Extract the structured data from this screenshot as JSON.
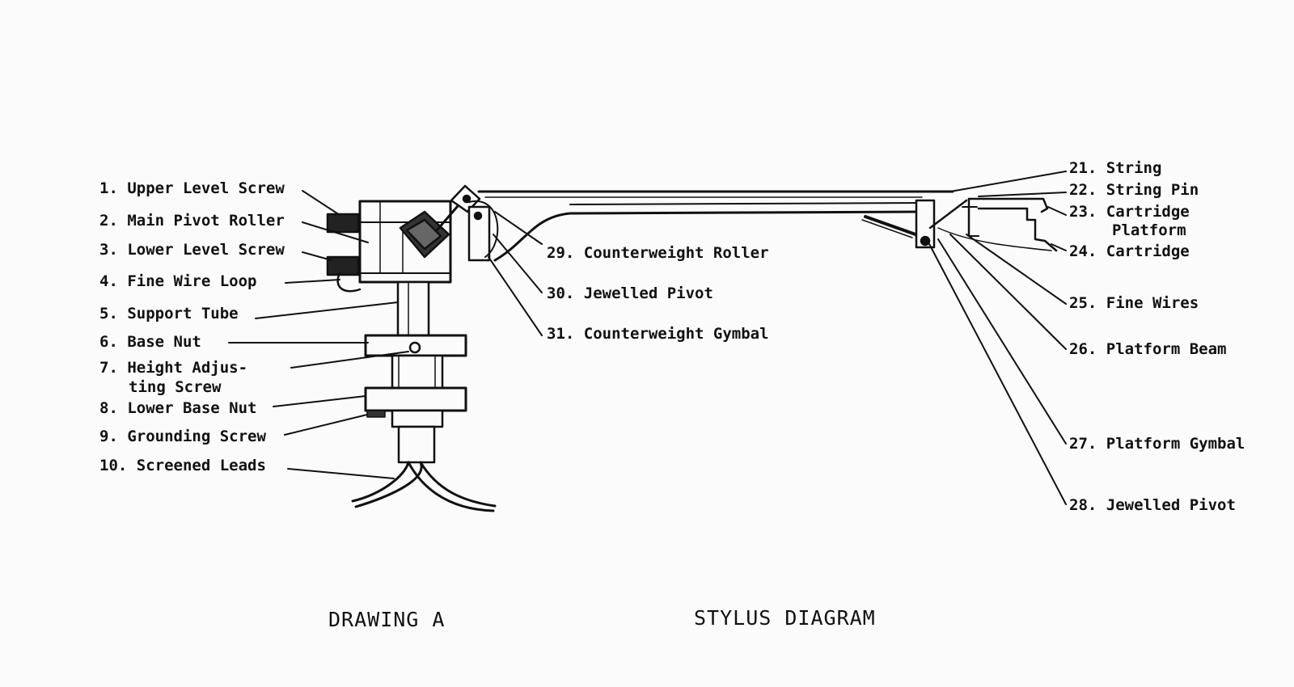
{
  "diagram": {
    "left_labels": [
      {
        "id": "1",
        "text": "1. Upper Level Screw"
      },
      {
        "id": "2",
        "text": "2. Main Pivot Roller"
      },
      {
        "id": "3",
        "text": "3. Lower Level Screw"
      },
      {
        "id": "4",
        "text": "4. Fine Wire Loop"
      },
      {
        "id": "5",
        "text": "5. Support Tube"
      },
      {
        "id": "6",
        "text": "6. Base Nut"
      },
      {
        "id": "7a",
        "text": "7. Height Adjus-"
      },
      {
        "id": "7b",
        "text": "ting Screw"
      },
      {
        "id": "8",
        "text": "8. Lower Base Nut"
      },
      {
        "id": "9",
        "text": "9. Grounding Screw"
      },
      {
        "id": "10",
        "text": "10. Screened Leads"
      }
    ],
    "middle_labels": [
      {
        "id": "29",
        "text": "29. Counterweight Roller"
      },
      {
        "id": "30",
        "text": "30. Jewelled Pivot"
      },
      {
        "id": "31",
        "text": "31. Counterweight Gymbal"
      }
    ],
    "right_labels": [
      {
        "id": "21",
        "text": "21. String"
      },
      {
        "id": "22",
        "text": "22. String Pin"
      },
      {
        "id": "23a",
        "text": "23. Cartridge"
      },
      {
        "id": "23b",
        "text": "Platform"
      },
      {
        "id": "24",
        "text": "24. Cartridge"
      },
      {
        "id": "25",
        "text": "25. Fine Wires"
      },
      {
        "id": "26",
        "text": "26. Platform Beam"
      },
      {
        "id": "27",
        "text": "27. Platform Gymbal"
      },
      {
        "id": "28",
        "text": "28. Jewelled Pivot"
      }
    ],
    "captions": {
      "left": "DRAWING A",
      "right": "STYLUS DIAGRAM"
    }
  }
}
